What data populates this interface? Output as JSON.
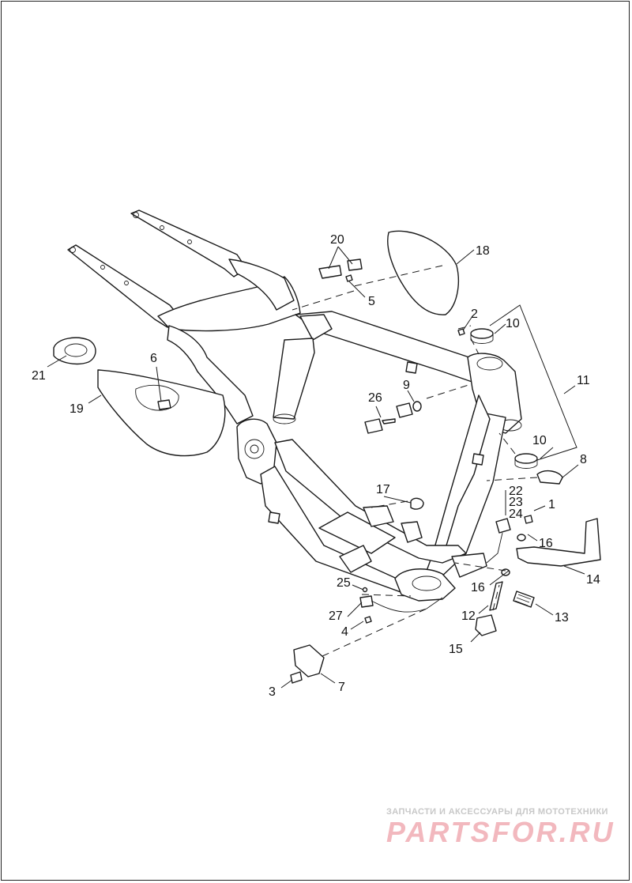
{
  "callouts": [
    {
      "id": "c1",
      "text": "1"
    },
    {
      "id": "c2",
      "text": "2"
    },
    {
      "id": "c3",
      "text": "3"
    },
    {
      "id": "c4",
      "text": "4"
    },
    {
      "id": "c5",
      "text": "5"
    },
    {
      "id": "c6",
      "text": "6"
    },
    {
      "id": "c7",
      "text": "7"
    },
    {
      "id": "c8",
      "text": "8"
    },
    {
      "id": "c9",
      "text": "9"
    },
    {
      "id": "c10a",
      "text": "10"
    },
    {
      "id": "c10b",
      "text": "10"
    },
    {
      "id": "c11",
      "text": "11"
    },
    {
      "id": "c12",
      "text": "12"
    },
    {
      "id": "c13",
      "text": "13"
    },
    {
      "id": "c14",
      "text": "14"
    },
    {
      "id": "c15",
      "text": "15"
    },
    {
      "id": "c16a",
      "text": "16"
    },
    {
      "id": "c16b",
      "text": "16"
    },
    {
      "id": "c17",
      "text": "17"
    },
    {
      "id": "c18",
      "text": "18"
    },
    {
      "id": "c19",
      "text": "19"
    },
    {
      "id": "c20",
      "text": "20"
    },
    {
      "id": "c21",
      "text": "21"
    },
    {
      "id": "c22",
      "text": "22"
    },
    {
      "id": "c23",
      "text": "23"
    },
    {
      "id": "c24",
      "text": "24"
    },
    {
      "id": "c25",
      "text": "25"
    },
    {
      "id": "c26",
      "text": "26"
    },
    {
      "id": "c27",
      "text": "27"
    }
  ],
  "watermark": {
    "tagline": "ЗАПЧАСТИ И АКСЕССУАРЫ ДЛЯ МОТОТЕХНИКИ",
    "brand": "PARTSFOR.RU"
  }
}
